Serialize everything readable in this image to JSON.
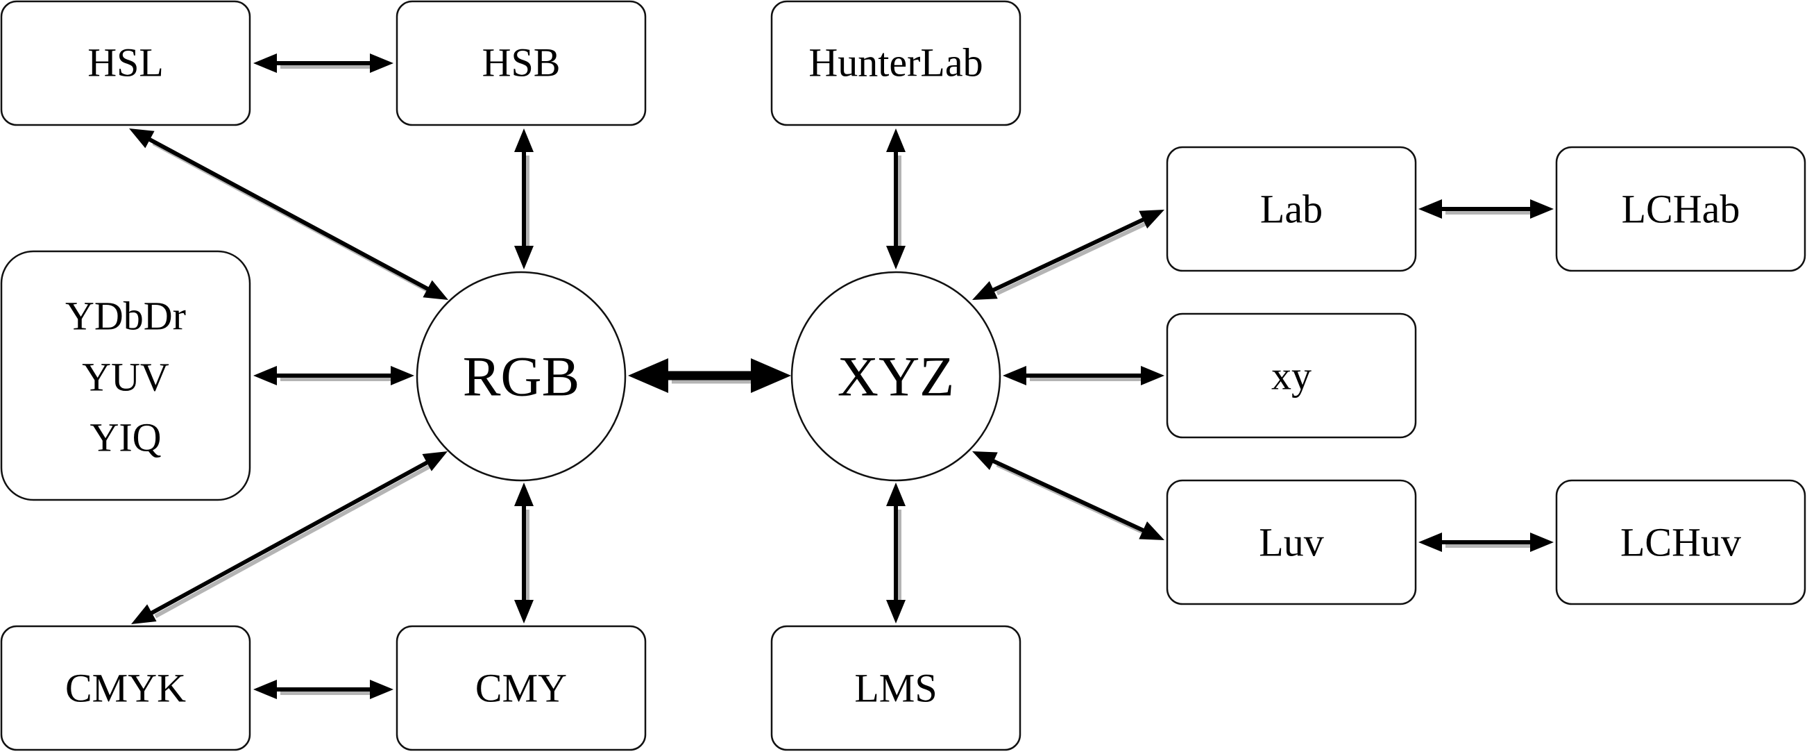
{
  "nodes": [
    {
      "id": "hsl",
      "lines": [
        "HSL"
      ]
    },
    {
      "id": "hsb",
      "lines": [
        "HSB"
      ]
    },
    {
      "id": "ydbdr",
      "lines": [
        "YDbDr",
        "YUV",
        "YIQ"
      ]
    },
    {
      "id": "rgb",
      "lines": [
        "RGB"
      ]
    },
    {
      "id": "cmyk",
      "lines": [
        "CMYK"
      ]
    },
    {
      "id": "cmy",
      "lines": [
        "CMY"
      ]
    },
    {
      "id": "hunterlab",
      "lines": [
        "HunterLab"
      ]
    },
    {
      "id": "xyz",
      "lines": [
        "XYZ"
      ]
    },
    {
      "id": "lms",
      "lines": [
        "LMS"
      ]
    },
    {
      "id": "lab",
      "lines": [
        "Lab"
      ]
    },
    {
      "id": "lchab",
      "lines": [
        "LCHab"
      ]
    },
    {
      "id": "xy",
      "lines": [
        "xy"
      ]
    },
    {
      "id": "luv",
      "lines": [
        "Luv"
      ]
    },
    {
      "id": "lchuv",
      "lines": [
        "LCHuv"
      ]
    }
  ],
  "edges": [
    {
      "from": "hsl",
      "to": "hsb",
      "direction": "both"
    },
    {
      "from": "hsl",
      "to": "rgb",
      "direction": "both"
    },
    {
      "from": "hsb",
      "to": "rgb",
      "direction": "both"
    },
    {
      "from": "ydbdr",
      "to": "rgb",
      "direction": "both"
    },
    {
      "from": "cmyk",
      "to": "rgb",
      "direction": "both"
    },
    {
      "from": "cmy",
      "to": "rgb",
      "direction": "both"
    },
    {
      "from": "cmyk",
      "to": "cmy",
      "direction": "both"
    },
    {
      "from": "rgb",
      "to": "xyz",
      "direction": "both",
      "emphasis": "bold"
    },
    {
      "from": "hunterlab",
      "to": "xyz",
      "direction": "both"
    },
    {
      "from": "lms",
      "to": "xyz",
      "direction": "both"
    },
    {
      "from": "lab",
      "to": "xyz",
      "direction": "both"
    },
    {
      "from": "xy",
      "to": "xyz",
      "direction": "both"
    },
    {
      "from": "luv",
      "to": "xyz",
      "direction": "both"
    },
    {
      "from": "lab",
      "to": "lchab",
      "direction": "both"
    },
    {
      "from": "luv",
      "to": "lchuv",
      "direction": "both"
    }
  ],
  "colors": {
    "stroke": "#111111",
    "arrow": "#000000",
    "arrow_shadow": "#b4b4b4",
    "fill": "#ffffff"
  }
}
